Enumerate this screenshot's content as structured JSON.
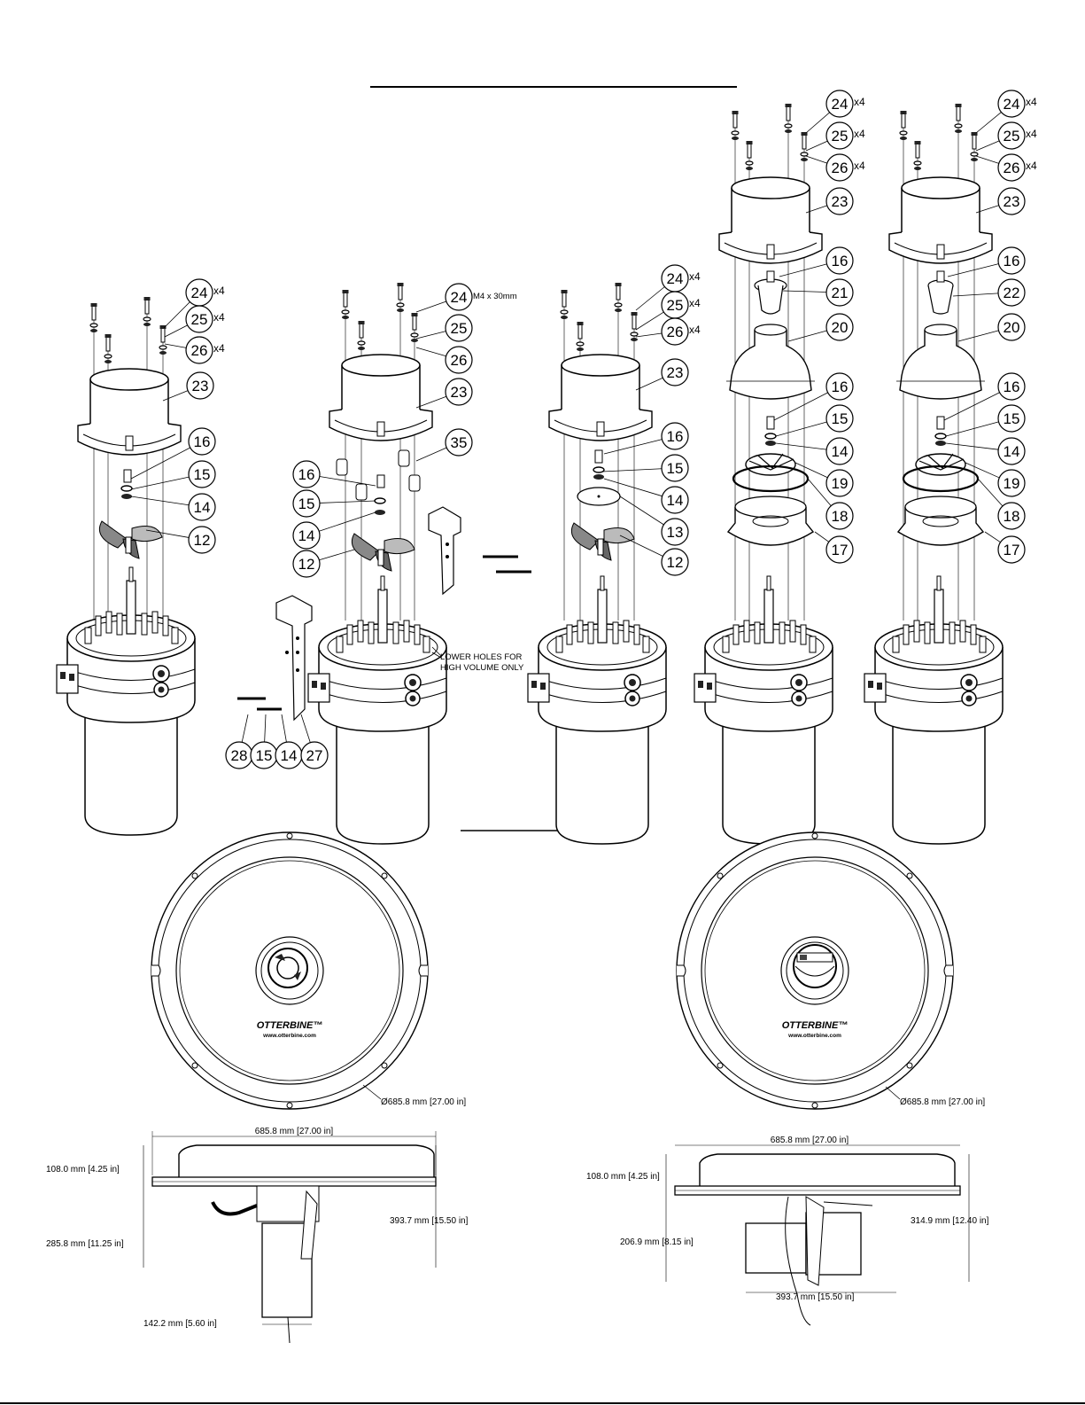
{
  "assemblies": [
    {
      "callouts": [
        {
          "num": "24",
          "mult": "x4"
        },
        {
          "num": "25",
          "mult": "x4"
        },
        {
          "num": "26",
          "mult": "x4"
        },
        {
          "num": "23",
          "mult": ""
        },
        {
          "num": "16",
          "mult": ""
        },
        {
          "num": "15",
          "mult": ""
        },
        {
          "num": "14",
          "mult": ""
        },
        {
          "num": "12",
          "mult": ""
        }
      ]
    },
    {
      "callouts": [
        {
          "num": "24",
          "mult": "M4 x 30mm"
        },
        {
          "num": "25",
          "mult": ""
        },
        {
          "num": "26",
          "mult": ""
        },
        {
          "num": "23",
          "mult": ""
        },
        {
          "num": "35",
          "mult": ""
        },
        {
          "num": "16",
          "mult": ""
        },
        {
          "num": "15",
          "mult": ""
        },
        {
          "num": "14",
          "mult": ""
        },
        {
          "num": "12",
          "mult": ""
        },
        {
          "num": "28",
          "mult": ""
        },
        {
          "num": "15",
          "mult": ""
        },
        {
          "num": "14",
          "mult": ""
        },
        {
          "num": "27",
          "mult": ""
        }
      ],
      "note_line1": "LOWER HOLES FOR",
      "note_line2": "HIGH VOLUME ONLY"
    },
    {
      "callouts": [
        {
          "num": "24",
          "mult": "x4"
        },
        {
          "num": "25",
          "mult": "x4"
        },
        {
          "num": "26",
          "mult": "x4"
        },
        {
          "num": "23",
          "mult": ""
        },
        {
          "num": "16",
          "mult": ""
        },
        {
          "num": "15",
          "mult": ""
        },
        {
          "num": "14",
          "mult": ""
        },
        {
          "num": "13",
          "mult": ""
        },
        {
          "num": "12",
          "mult": ""
        }
      ]
    },
    {
      "callouts": [
        {
          "num": "24",
          "mult": "x4"
        },
        {
          "num": "25",
          "mult": "x4"
        },
        {
          "num": "26",
          "mult": "x4"
        },
        {
          "num": "23",
          "mult": ""
        },
        {
          "num": "16",
          "mult": ""
        },
        {
          "num": "21",
          "mult": ""
        },
        {
          "num": "20",
          "mult": ""
        },
        {
          "num": "16",
          "mult": ""
        },
        {
          "num": "15",
          "mult": ""
        },
        {
          "num": "14",
          "mult": ""
        },
        {
          "num": "19",
          "mult": ""
        },
        {
          "num": "18",
          "mult": ""
        },
        {
          "num": "17",
          "mult": ""
        }
      ]
    },
    {
      "callouts": [
        {
          "num": "24",
          "mult": "x4"
        },
        {
          "num": "25",
          "mult": "x4"
        },
        {
          "num": "26",
          "mult": "x4"
        },
        {
          "num": "23",
          "mult": ""
        },
        {
          "num": "16",
          "mult": ""
        },
        {
          "num": "22",
          "mult": ""
        },
        {
          "num": "20",
          "mult": ""
        },
        {
          "num": "16",
          "mult": ""
        },
        {
          "num": "15",
          "mult": ""
        },
        {
          "num": "14",
          "mult": ""
        },
        {
          "num": "19",
          "mult": ""
        },
        {
          "num": "18",
          "mult": ""
        },
        {
          "num": "17",
          "mult": ""
        }
      ]
    }
  ],
  "plan_views": [
    {
      "brand": "OTTERBINE™",
      "url": "www.otterbine.com",
      "diameter": "Ø685.8 mm [27.00 in]"
    },
    {
      "brand": "OTTERBINE™",
      "url": "www.otterbine.com",
      "diameter": "Ø685.8 mm [27.00 in]"
    }
  ],
  "side_views": [
    {
      "width": "685.8 mm [27.00 in]",
      "float_height": "108.0 mm [4.25 in]",
      "below_float": "285.8 mm [11.25 in]",
      "overall_height": "393.7 mm [15.50 in]",
      "motor_diameter": "142.2 mm [5.60 in]"
    },
    {
      "width": "685.8 mm [27.00 in]",
      "float_height": "108.0 mm [4.25 in]",
      "below_float": "206.9 mm [8.15 in]",
      "overall_height": "314.9 mm [12.40 in]",
      "motor_length": "393.7 mm [15.50 in]"
    }
  ]
}
